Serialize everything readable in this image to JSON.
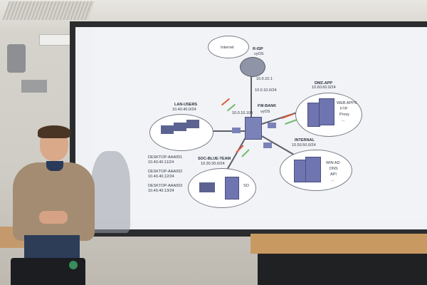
{
  "slide": {
    "internet_cloud": "Internet",
    "isp_router": "R-ISP",
    "isp_router_os": "vyOS",
    "isp_ip": "10.0.10.1",
    "link_subnet": "10.0.10.0/24",
    "fw_name": "FW-BANK",
    "fw_os": "vyOS",
    "fw_ip": "10.0.10.100",
    "lan_users": {
      "title": "LAN-USERS",
      "subnet": "10.40.40.0/24"
    },
    "dmz": {
      "title": "DMZ-APP",
      "subnet": "10.60.60.0/24",
      "services": [
        "WEB APPS",
        "FTP",
        "Proxy",
        "..."
      ]
    },
    "internal": {
      "title": "INTERNAL",
      "subnet": "10.50.50.0/24",
      "services": [
        "WIN AD",
        "DNS",
        "API",
        "..."
      ]
    },
    "soc": {
      "title": "SOC-BLUE-TEAM",
      "subnet": "10.30.30.0/24",
      "device": "SO"
    },
    "desktops": [
      {
        "name": "DESKTOP-AAA001",
        "ip": "10.40.40.11/24"
      },
      {
        "name": "DESKTOP-AAA002",
        "ip": "10.40.40.12/24"
      },
      {
        "name": "DESKTOP-AAA003",
        "ip": "10.40.40.13/24"
      }
    ]
  },
  "colors": {
    "server_blue": "#6e75b0",
    "attack_red": "#e05a3a",
    "allow_green": "#6fb86a"
  }
}
